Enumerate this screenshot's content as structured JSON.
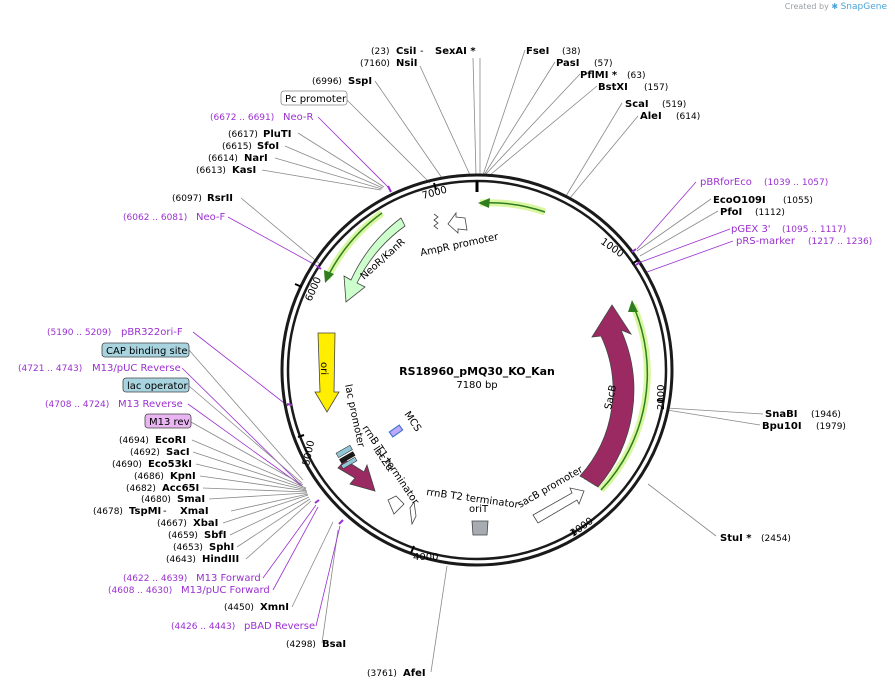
{
  "brand": {
    "created_by": "Created by",
    "name": "SnapGene"
  },
  "plasmid": {
    "name": "RS18960_pMQ30_KO_Kan",
    "length": "7180 bp"
  },
  "ticks": [
    "1000",
    "2000",
    "3000",
    "4000",
    "5000",
    "6000",
    "7000"
  ],
  "features": {
    "ampr_promoter": "AmpR promoter",
    "neor_kanr": "NeoR/KanR",
    "ori": "ori",
    "sacb": "SacB",
    "sacb_promoter": "sacB promoter",
    "orit": "oriT",
    "rrnb_t2": "rrnB T2 terminator",
    "rrnb_t1": "rrnB T1 terminator",
    "lac_promoter": "lac promoter",
    "lacza": "lacZα",
    "mcs": "MCS"
  },
  "boxed": {
    "pc_promoter": "Pc promoter",
    "cap_binding_site": "CAP binding site",
    "lac_operator": "lac operator",
    "m13_rev": "M13 rev"
  },
  "sites": {
    "csii": {
      "pos": "(23)",
      "name": "CsiI",
      "sep": " - ",
      "name2": "SexAI *"
    },
    "nsii": {
      "pos": "(7160)",
      "name": "NsiI"
    },
    "sspi": {
      "pos": "(6996)",
      "name": "SspI"
    },
    "pluti": {
      "pos": "(6617)",
      "name": "PluTI"
    },
    "sfoi": {
      "pos": "(6615)",
      "name": "SfoI"
    },
    "nari": {
      "pos": "(6614)",
      "name": "NarI"
    },
    "kasi": {
      "pos": "(6613)",
      "name": "KasI"
    },
    "rsrii": {
      "pos": "(6097)",
      "name": "RsrII"
    },
    "fsei": {
      "name": "FseI",
      "pos": "(38)"
    },
    "pasi": {
      "name": "PasI",
      "pos": "(57)"
    },
    "pflmi": {
      "name": "PflMI *",
      "pos": "(63)"
    },
    "bstxi": {
      "name": "BstXI",
      "pos": "(157)"
    },
    "scai": {
      "name": "ScaI",
      "pos": "(519)"
    },
    "alei": {
      "name": "AleI",
      "pos": "(614)"
    },
    "ecoo109i": {
      "name": "EcoO109I",
      "pos": "(1055)"
    },
    "pfoi": {
      "name": "PfoI",
      "pos": "(1112)"
    },
    "snabi": {
      "name": "SnaBI",
      "pos": "(1946)"
    },
    "bpu10i": {
      "name": "Bpu10I",
      "pos": "(1979)"
    },
    "stui": {
      "name": "StuI *",
      "pos": "(2454)"
    },
    "ecori": {
      "pos": "(4694)",
      "name": "EcoRI"
    },
    "saci": {
      "pos": "(4692)",
      "name": "SacI"
    },
    "eco53ki": {
      "pos": "(4690)",
      "name": "Eco53kI"
    },
    "kpni": {
      "pos": "(4686)",
      "name": "KpnI"
    },
    "acc65i": {
      "pos": "(4682)",
      "name": "Acc65I"
    },
    "smai": {
      "pos": "(4680)",
      "name": "SmaI"
    },
    "tspmi": {
      "pos": "(4678)",
      "name": "TspMI",
      "sep": " - ",
      "name2": "XmaI"
    },
    "xbai": {
      "pos": "(4667)",
      "name": "XbaI"
    },
    "sbfi": {
      "pos": "(4659)",
      "name": "SbfI"
    },
    "sphi": {
      "pos": "(4653)",
      "name": "SphI"
    },
    "hindiii": {
      "pos": "(4643)",
      "name": "HindIII"
    },
    "xmni": {
      "pos": "(4450)",
      "name": "XmnI"
    },
    "bsai": {
      "pos": "(4298)",
      "name": "BsaI"
    },
    "afei": {
      "pos": "(3761)",
      "name": "AfeI"
    }
  },
  "primers": {
    "neo_r": {
      "pos": "(6672 .. 6691)",
      "name": "Neo-R"
    },
    "neo_f": {
      "pos": "(6062 .. 6081)",
      "name": "Neo-F"
    },
    "pbr322ori_f": {
      "pos": "(5190 .. 5209)",
      "name": "pBR322ori-F"
    },
    "m13_puc_reverse": {
      "pos": "(4721 .. 4743)",
      "name": "M13/pUC Reverse"
    },
    "m13_reverse": {
      "pos": "(4708 .. 4724)",
      "name": "M13 Reverse"
    },
    "m13_forward": {
      "pos": "(4622 .. 4639)",
      "name": "M13 Forward"
    },
    "m13_puc_forward": {
      "pos": "(4608 .. 4630)",
      "name": "M13/pUC Forward"
    },
    "pbad_reverse": {
      "pos": "(4426 .. 4443)",
      "name": "pBAD Reverse"
    },
    "pbforeco": {
      "name": "pBRforEco",
      "pos": "(1039 .. 1057)"
    },
    "pgex3": {
      "name": "pGEX 3'",
      "pos": "(1095 .. 1117)"
    },
    "prs_marker": {
      "name": "pRS-marker",
      "pos": "(1217 .. 1236)"
    }
  },
  "colors": {
    "backbone": "#1a1a1a",
    "primer": "#9b30d0",
    "sacb": "#9b2a62",
    "ori": "#ffee00",
    "neor": "#ccffcc",
    "green_arrow": "#2e7d1e",
    "green_glow": "#d8f7a0"
  }
}
